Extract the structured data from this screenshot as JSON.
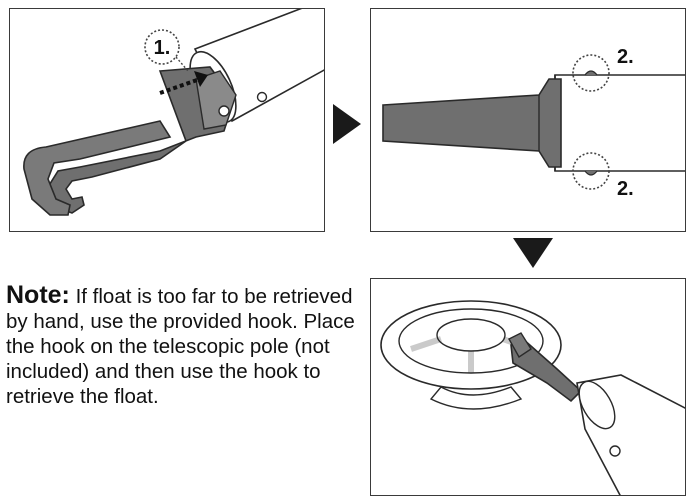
{
  "steps": {
    "one": "1.",
    "two_top": "2.",
    "two_bottom": "2."
  },
  "note": {
    "heading": "Note:",
    "body": "If float is too far to be retrieved by hand, use the provided hook. Place the hook on the telescopic pole (not included) and then use the hook to retrieve the float."
  },
  "colors": {
    "hook": "#6f6f6f",
    "outline": "#2a2a2a",
    "panel_border": "#3a3a3a",
    "arrow": "#1a1a1a"
  },
  "icons": {
    "arrow_right": "triangle-right-icon",
    "arrow_down": "triangle-down-icon"
  }
}
